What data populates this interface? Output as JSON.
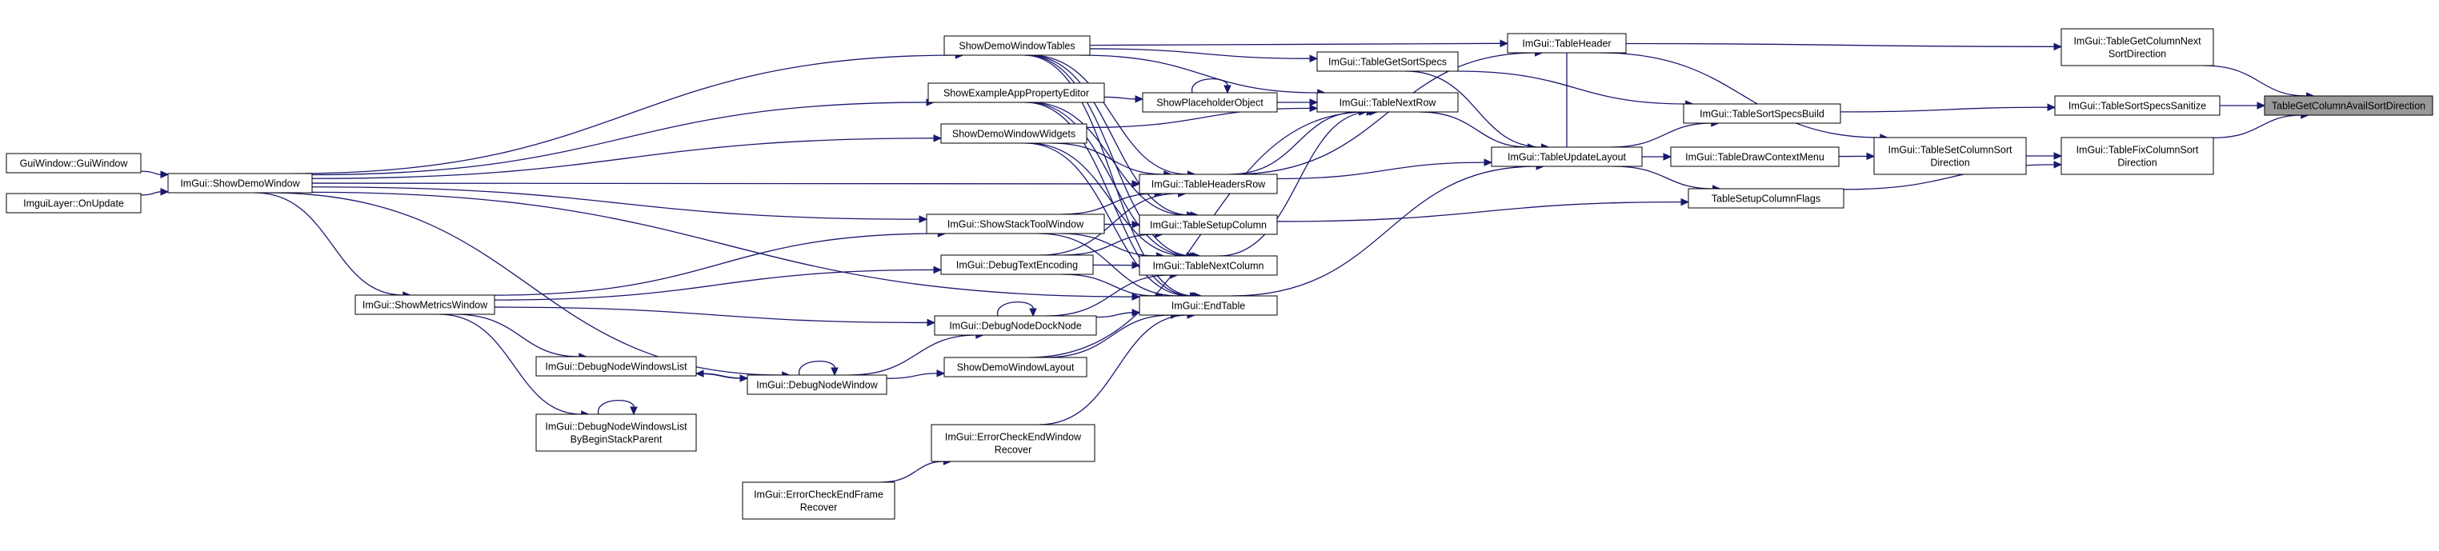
{
  "colors": {
    "edge": "#191970",
    "node_border": "#000000",
    "focus_fill": "#999999",
    "node_fill": "#ffffff"
  },
  "nodes": [
    {
      "id": "guiwindow",
      "lines": [
        "GuiWindow::GuiWindow"
      ]
    },
    {
      "id": "imguilayer",
      "lines": [
        "ImguiLayer::OnUpdate"
      ]
    },
    {
      "id": "showdemowindow",
      "lines": [
        "ImGui::ShowDemoWindow"
      ]
    },
    {
      "id": "showmetrics",
      "lines": [
        "ImGui::ShowMetricsWindow"
      ]
    },
    {
      "id": "dbgwinlist",
      "lines": [
        "ImGui::DebugNodeWindowsList"
      ]
    },
    {
      "id": "dbgwinlistbegin",
      "lines": [
        "ImGui::DebugNodeWindowsList",
        "ByBeginStackParent"
      ]
    },
    {
      "id": "dbgnodewindow",
      "lines": [
        "ImGui::DebugNodeWindow"
      ]
    },
    {
      "id": "errcheckendframe",
      "lines": [
        "ImGui::ErrorCheckEndFrame",
        "Recover"
      ]
    },
    {
      "id": "showdemotables",
      "lines": [
        "ShowDemoWindowTables"
      ]
    },
    {
      "id": "showappprop",
      "lines": [
        "ShowExampleAppPropertyEditor"
      ]
    },
    {
      "id": "showdemowidgets",
      "lines": [
        "ShowDemoWindowWidgets"
      ]
    },
    {
      "id": "showstacktool",
      "lines": [
        "ImGui::ShowStackToolWindow"
      ]
    },
    {
      "id": "dbgtextenc",
      "lines": [
        "ImGui::DebugTextEncoding"
      ]
    },
    {
      "id": "dbgdocknode",
      "lines": [
        "ImGui::DebugNodeDockNode"
      ]
    },
    {
      "id": "showdemolayout",
      "lines": [
        "ShowDemoWindowLayout"
      ]
    },
    {
      "id": "errcheckendwin",
      "lines": [
        "ImGui::ErrorCheckEndWindow",
        "Recover"
      ]
    },
    {
      "id": "showplaceholder",
      "lines": [
        "ShowPlaceholderObject"
      ]
    },
    {
      "id": "tablegetsortspecs",
      "lines": [
        "ImGui::TableGetSortSpecs"
      ]
    },
    {
      "id": "tableheadersrow",
      "lines": [
        "ImGui::TableHeadersRow"
      ]
    },
    {
      "id": "tablesetupcolumn",
      "lines": [
        "ImGui::TableSetupColumn"
      ]
    },
    {
      "id": "tablenextcolumn",
      "lines": [
        "ImGui::TableNextColumn"
      ]
    },
    {
      "id": "endtable",
      "lines": [
        "ImGui::EndTable"
      ]
    },
    {
      "id": "tablenextrow",
      "lines": [
        "ImGui::TableNextRow"
      ]
    },
    {
      "id": "tableheader",
      "lines": [
        "ImGui::TableHeader"
      ]
    },
    {
      "id": "tableupdatelayout",
      "lines": [
        "ImGui::TableUpdateLayout"
      ]
    },
    {
      "id": "tablesortspecsbuild",
      "lines": [
        "ImGui::TableSortSpecsBuild"
      ]
    },
    {
      "id": "tabledrawcontextmenu",
      "lines": [
        "ImGui::TableDrawContextMenu"
      ]
    },
    {
      "id": "tablesetupcolumnflags",
      "lines": [
        "TableSetupColumnFlags"
      ]
    },
    {
      "id": "tablesetcolumnsortdir",
      "lines": [
        "ImGui::TableSetColumnSort",
        "Direction"
      ]
    },
    {
      "id": "tablegetcolumnnextsortdir",
      "lines": [
        "ImGui::TableGetColumnNext",
        "SortDirection"
      ]
    },
    {
      "id": "tablesortspecssanitize",
      "lines": [
        "ImGui::TableSortSpecsSanitize"
      ]
    },
    {
      "id": "tablefixcolumnsortdir",
      "lines": [
        "ImGui::TableFixColumnSort",
        "Direction"
      ]
    },
    {
      "id": "tablegetcolumnavailsortdir",
      "lines": [
        "TableGetColumnAvailSortDirection"
      ],
      "focus": true
    }
  ],
  "edges": [
    [
      "guiwindow",
      "showdemowindow"
    ],
    [
      "imguilayer",
      "showdemowindow"
    ],
    [
      "showdemowindow",
      "showdemotables"
    ],
    [
      "showdemowindow",
      "showappprop"
    ],
    [
      "showdemowindow",
      "showdemowidgets"
    ],
    [
      "showdemowindow",
      "showstacktool"
    ],
    [
      "showdemowindow",
      "showmetrics"
    ],
    [
      "showdemowindow",
      "dbgnodewindow"
    ],
    [
      "showdemowindow",
      "endtable"
    ],
    [
      "showdemowindow",
      "tableheadersrow"
    ],
    [
      "showmetrics",
      "showstacktool"
    ],
    [
      "showmetrics",
      "dbgtextenc"
    ],
    [
      "showmetrics",
      "dbgdocknode"
    ],
    [
      "showmetrics",
      "dbgwinlist"
    ],
    [
      "showmetrics",
      "dbgwinlistbegin"
    ],
    [
      "dbgwinlist",
      "dbgnodewindow"
    ],
    [
      "dbgwinlistbegin",
      "dbgwinlistbegin"
    ],
    [
      "dbgnodewindow",
      "dbgwinlist"
    ],
    [
      "dbgnodewindow",
      "dbgnodewindow"
    ],
    [
      "dbgnodewindow",
      "dbgdocknode"
    ],
    [
      "dbgnodewindow",
      "showdemolayout"
    ],
    [
      "errcheckendframe",
      "errcheckendwin"
    ],
    [
      "errcheckendwin",
      "endtable"
    ],
    [
      "showdemotables",
      "tablegetsortspecs"
    ],
    [
      "showdemotables",
      "tableheader"
    ],
    [
      "showdemotables",
      "tablenextrow"
    ],
    [
      "showdemotables",
      "tableheadersrow"
    ],
    [
      "showdemotables",
      "tablesetupcolumn"
    ],
    [
      "showdemotables",
      "tablenextcolumn"
    ],
    [
      "showdemotables",
      "endtable"
    ],
    [
      "showappprop",
      "showplaceholder"
    ],
    [
      "showappprop",
      "tablesetupcolumn"
    ],
    [
      "showappprop",
      "tablenextcolumn"
    ],
    [
      "showappprop",
      "endtable"
    ],
    [
      "showdemowidgets",
      "tablenextrow"
    ],
    [
      "showdemowidgets",
      "tableheadersrow"
    ],
    [
      "showdemowidgets",
      "tablenextcolumn"
    ],
    [
      "showdemowidgets",
      "endtable"
    ],
    [
      "showstacktool",
      "tableheadersrow"
    ],
    [
      "showstacktool",
      "tablesetupcolumn"
    ],
    [
      "showstacktool",
      "tablenextcolumn"
    ],
    [
      "showstacktool",
      "endtable"
    ],
    [
      "dbgtextenc",
      "tableheadersrow"
    ],
    [
      "dbgtextenc",
      "tablesetupcolumn"
    ],
    [
      "dbgtextenc",
      "tablenextcolumn"
    ],
    [
      "dbgtextenc",
      "endtable"
    ],
    [
      "dbgdocknode",
      "dbgdocknode"
    ],
    [
      "dbgdocknode",
      "tablenextcolumn"
    ],
    [
      "dbgdocknode",
      "endtable"
    ],
    [
      "showdemolayout",
      "tablenextrow"
    ],
    [
      "showdemolayout",
      "endtable"
    ],
    [
      "showplaceholder",
      "showplaceholder"
    ],
    [
      "showplaceholder",
      "tablenextrow"
    ],
    [
      "tableheadersrow",
      "tablenextrow"
    ],
    [
      "tableheadersrow",
      "tableheader"
    ],
    [
      "tableheadersrow",
      "tableupdatelayout"
    ],
    [
      "tablesetupcolumn",
      "tablesetupcolumnflags"
    ],
    [
      "tablenextcolumn",
      "tablenextrow"
    ],
    [
      "endtable",
      "tableupdatelayout"
    ],
    [
      "tablenextrow",
      "tableupdatelayout"
    ],
    [
      "tablegetsortspecs",
      "tableupdatelayout"
    ],
    [
      "tablegetsortspecs",
      "tablesortspecsbuild"
    ],
    [
      "tableheader",
      "tableupdatelayout"
    ],
    [
      "tableheader",
      "tablegetcolumnnextsortdir"
    ],
    [
      "tableheader",
      "tablesetcolumnsortdir"
    ],
    [
      "tableupdatelayout",
      "tablesortspecsbuild"
    ],
    [
      "tableupdatelayout",
      "tabledrawcontextmenu"
    ],
    [
      "tableupdatelayout",
      "tablesetupcolumnflags"
    ],
    [
      "tabledrawcontextmenu",
      "tablesetcolumnsortdir"
    ],
    [
      "tablesortspecsbuild",
      "tablesortspecssanitize"
    ],
    [
      "tablesetupcolumnflags",
      "tablefixcolumnsortdir"
    ],
    [
      "tablesetcolumnsortdir",
      "tablefixcolumnsortdir"
    ],
    [
      "tablegetcolumnnextsortdir",
      "tablegetcolumnavailsortdir"
    ],
    [
      "tablesortspecssanitize",
      "tablegetcolumnavailsortdir"
    ],
    [
      "tablefixcolumnsortdir",
      "tablegetcolumnavailsortdir"
    ]
  ]
}
